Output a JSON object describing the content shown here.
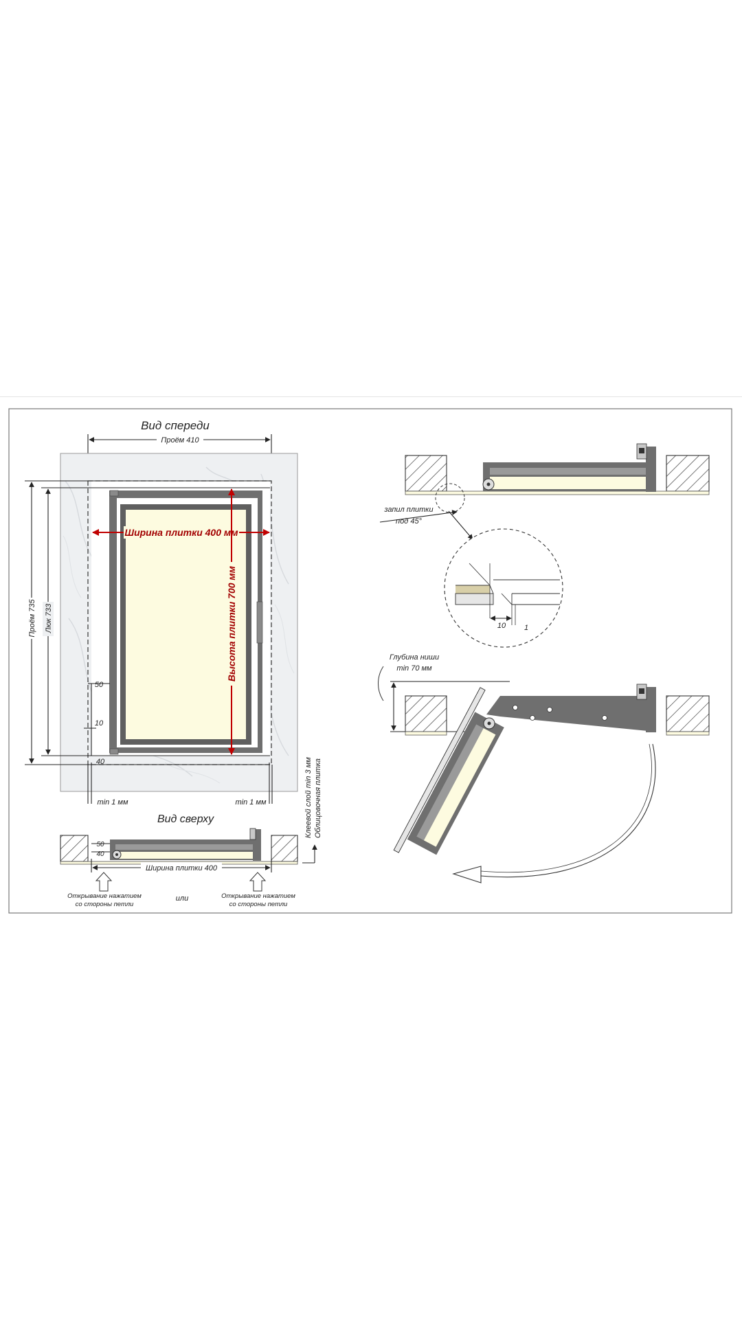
{
  "front_view": {
    "title": "Вид спереди",
    "opening_width": "Проём 410",
    "tile_width": "Ширина плитки 400 мм",
    "tile_height": "Высота плитки 700 мм",
    "opening_height": "Проём 735",
    "hatch_height": "Люк 733",
    "dim_50": "50",
    "dim_10": "10",
    "dim_40": "40",
    "min_left": "min 1 мм",
    "min_right": "min 1 мм"
  },
  "top_view": {
    "title": "Вид сверху",
    "dim_50": "50",
    "dim_40": "40",
    "tile_width": "Ширина плитки 400",
    "glue_layer": "Клеевой слой min 3 мм",
    "facing_tile": "Облицовочная плитка",
    "push_left_1": "Открывание нажатием",
    "push_left_2": "со стороны петли",
    "or": "или",
    "push_right_1": "Открывание нажатием",
    "push_right_2": "со стороны петли"
  },
  "section_view": {
    "tile_cut_1": "запил плитки",
    "tile_cut_2": "под 45°",
    "detail_10": "10",
    "detail_1": "1"
  },
  "open_view": {
    "niche_depth_1": "Глубина ниши",
    "niche_depth_2": "min 70 мм"
  },
  "colors": {
    "frame": "#6f6f6f",
    "tile_fill": "#fdfbe0",
    "marble": "#eef0f2",
    "red_dimension": "#a20000",
    "outline": "#222222"
  }
}
